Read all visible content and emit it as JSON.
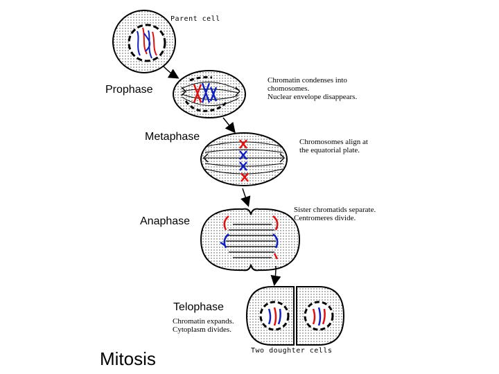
{
  "diagram": {
    "title": "Mitosis",
    "parent_cell_label": "Parent cell",
    "daughter_cells_label": "Two doughter cells",
    "phases": [
      {
        "name": "Prophase",
        "description": [
          "Chromatin condenses into",
          "chomosomes.",
          "Nuclear envelope disappears."
        ]
      },
      {
        "name": "Metaphase",
        "description": [
          "Chromosomes align at",
          "the equatorial plate."
        ]
      },
      {
        "name": "Anaphase",
        "description": [
          "Sister chromatids separate.",
          "Centromeres divide."
        ]
      },
      {
        "name": "Telophase",
        "description": [
          "Chromatin expands.",
          "Cytoplasm divides."
        ]
      }
    ],
    "colors": {
      "red": "#e01010",
      "blue": "#1020c0",
      "outline": "#000000"
    }
  }
}
